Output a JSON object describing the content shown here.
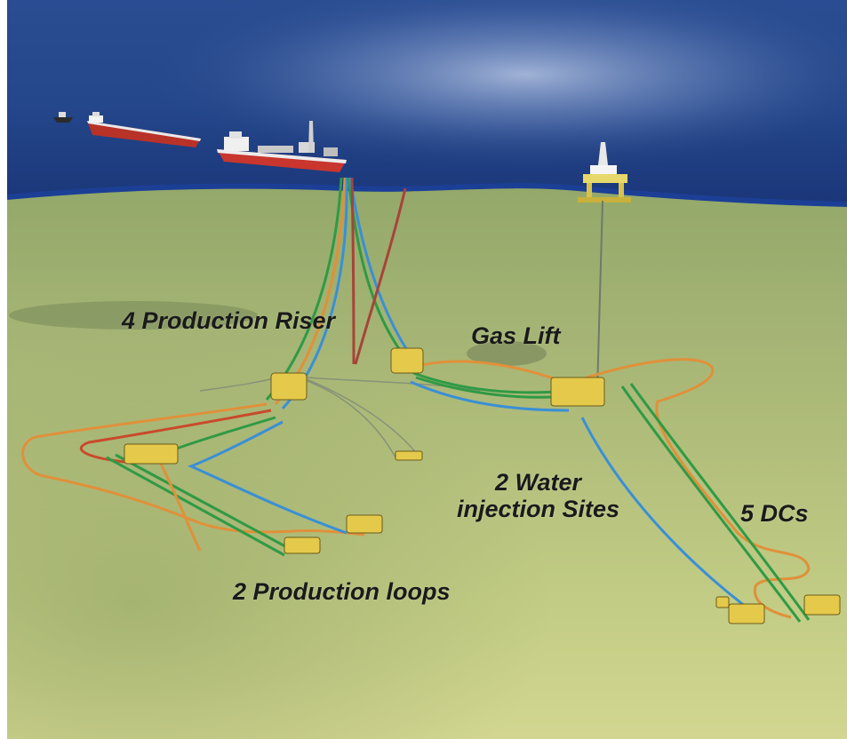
{
  "labels": {
    "production_riser": "4 Production Riser",
    "gas_lift": "Gas Lift",
    "water_injection_line1": "2 Water",
    "water_injection_line2": "injection Sites",
    "dcs": "5 DCs",
    "production_loops": "2 Production loops"
  },
  "colors": {
    "sea": "#1f3f86",
    "seabed": "#b8c77a",
    "production_flowline": "#e0903a",
    "water_injection": "#3a8fd6",
    "umbilical": "#2f9a45",
    "gas_lift_riser": "#a8433a",
    "fpso_hull": "#c8362e"
  },
  "icons": [
    "fpso-vessel",
    "shuttle-tanker",
    "support-boat",
    "drilling-rig",
    "subsea-template"
  ]
}
